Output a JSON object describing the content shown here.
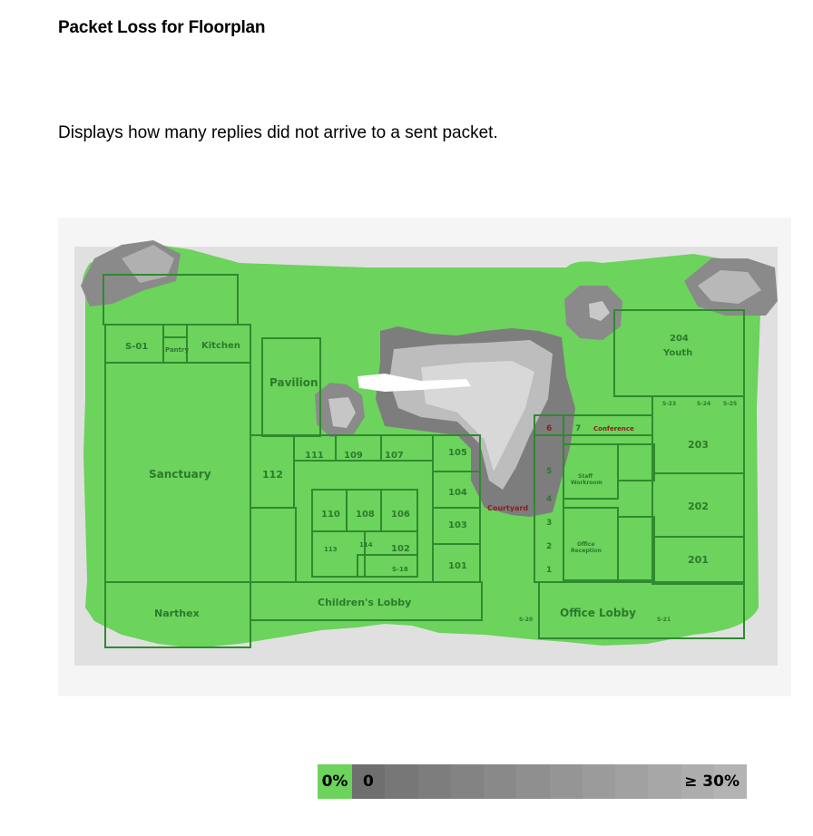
{
  "page": {
    "title": "Packet Loss for Floorplan",
    "description": "Displays how many replies did not arrive to a sent packet."
  },
  "floorplan": {
    "rooms": {
      "s01": "S-01",
      "pantry": "Pantry",
      "kitchen": "Kitchen",
      "pavilion": "Pavilion",
      "sanctuary": "Sanctuary",
      "r112": "112",
      "r111": "111",
      "r109": "109",
      "r107": "107",
      "r105": "105",
      "r104": "104",
      "r103": "103",
      "r101": "101",
      "r110": "110",
      "r108": "108",
      "r106": "106",
      "r113": "113",
      "r114": "114",
      "r102": "102",
      "s18": "S-18",
      "narthex": "Narthex",
      "childrens_lobby": "Children's Lobby",
      "courtyard": "Courtyard",
      "conference": "Conference",
      "n6": "6",
      "n7": "7",
      "n5": "5",
      "n4": "4",
      "n3": "3",
      "n2": "2",
      "n1": "1",
      "staff_workroom_1": "Staff",
      "staff_workroom_2": "Workroom",
      "office_reception_1": "Office",
      "office_reception_2": "Reception",
      "office_lobby": "Office Lobby",
      "youth_1": "204",
      "youth_2": "Youth",
      "s23": "S-23",
      "s24": "S-24",
      "s25": "S-25",
      "r203": "203",
      "r202": "202",
      "r201": "201",
      "s20": "S-20",
      "s21": "S-21"
    }
  },
  "legend": {
    "min_label": "0%",
    "start_label": "0",
    "max_label": "≥ 30%",
    "zero_color": "#6cd35c",
    "step_colors": [
      "#6f6f6f",
      "#777777",
      "#7d7d7d",
      "#838383",
      "#898989",
      "#8f8f8f",
      "#959595",
      "#9b9b9b",
      "#a1a1a1",
      "#a7a7a7",
      "#adadad",
      "#b3b3b3"
    ]
  },
  "colors": {
    "coverage": "#6cd35c",
    "walls": "#2f8a2f",
    "background": "#e0e0e0",
    "loss_dark": "#7a7a7a",
    "loss_light": "#b5b5b5"
  }
}
